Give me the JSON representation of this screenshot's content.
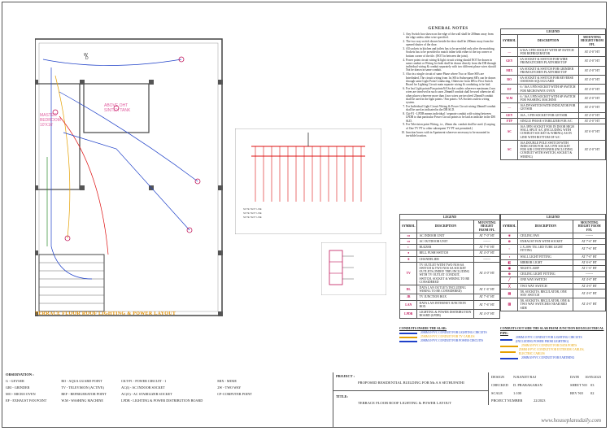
{
  "plan": {
    "labels": {
      "above_tank": "ABOVE OHT\nSINTEX TANK",
      "master_bedroom": "MASTER\nBEDROOM\n10'X16'",
      "dim_up": "UP"
    },
    "title": "TERRACE FLOOR ROOF LIGHTING & POWER LAYOUT"
  },
  "notes": {
    "heading": "GENERAL NOTES",
    "items": [
      "Any Switch box shown on the edge of the wall shall be 200mm away from the edge unless other wise specified.",
      "The two way switch shown beside the door shall be 200mm away from the opened shutter of the door.",
      "All sockets in kitchen and toilets has to be provided only after the matching. Sockets has to be provided to match inline with either to the top corner or bottom corner of the tile. (NOT in between the joint).",
      "Power point circuit wiring & light circuit wiring should NOT be drawn in same conduit or Wiring for both shall be drawn directly from the DB through individual wiring & conduit separately with two different phase wires should Not be drawn in same conduit.",
      "Also in a single circuit of same Phase where Two or More SB's are Interlinked, The circuit wiring from 1st SB to Subsequent SB's can be drawn through same Light Point Conducting. Otherwise from DB to First Switch Board for Lighting Circuit main separate wiring & conduiting to be laid.",
      "For last Light points/Fan points/6A Socket outlets wherever maximum 4 nos wires are involved in such cases 20mmØ conduit shall be used otherwise all other places wherever more than 4 nos wires are involved 25mmØ conduit shall be used in the light points / Fan points / 6A Sockets outlets wiring system.",
      "For Individual Light Circuit Wiring & Power Circuit wiring 20mmØ conduit shall be used as indicated in the DB SLD.",
      "Ckt-P1 - LPDB means individual / separate conduit with wiring between LPDB to that particular Power Circuit points to be laid as indicate in the DB SLD.",
      "For Television point Wiring, i.e., 20mm dia. conduit shall be used. (Looping of One TV PT to other subsequent TV PT not permitted.)",
      "Junction boxes with in Apartment wherever necessary to be mounted in invisible location."
    ]
  },
  "legend1": {
    "title": "LEGEND",
    "headers": [
      "SYMBOL",
      "DESCRIPTION",
      "MOUNTING HEIGHT FROM FFL"
    ],
    "rows": [
      {
        "symbol": "—",
        "desc": "6/16A 3 PIN SOCKET WITH SP SWITCH FOR REFRIGERATOR",
        "height": "AT 4'-0\" HT"
      },
      {
        "symbol": "GEY",
        "desc": "6A SOCKET & SWITCH FOR WIRE FROM KITCHEN PLATFORM TOP",
        "height": "AT 4'-0\" HT"
      },
      {
        "symbol": "MIX",
        "desc": "6A SOCKET & SWITCH FOR GRINDER FROM KITCHEN PLATFORM TOP",
        "height": "AT 4'-0\" HT"
      },
      {
        "symbol": "RO",
        "desc": "6A SOCKET & SWITCH FOR REVERSE OSMOSIS AQUAGUARD",
        "height": "AT 4'-0\" HT"
      },
      {
        "symbol": "EF",
        "desc": "6 / 16A 3 PIN SOCKET WITH SP SWITCH FOR MICROWAVE OVEN",
        "height": "AT 4'-0\" HT"
      },
      {
        "symbol": "W.M",
        "desc": "6 / 16A 3 PIN SOCKET WITH SP SWITCH FOR WASHING MACHINE",
        "height": "AT 4'-0\" HT"
      },
      {
        "symbol": "—",
        "desc": "16A DP SWITCH WITH INDICATOR FOR GEYSER",
        "height": "AT 4'-0\" HT"
      },
      {
        "symbol": "GEY",
        "desc": "16A , 3 PIN SOCKET FOR GEYSER",
        "height": "AT 4'-0\" HT"
      },
      {
        "symbol": "FTP",
        "desc": "SINGLE PHASE STABILIZER FOR A/C",
        "height": "AT 4'-0\" HT"
      },
      {
        "symbol": "AC",
        "desc": "16A 3PIN SOCKET FOR IN DOOR HIGH WALL SPLIT A/C (INCLUDING WITH CONDUIT SOCKET & WIRING) AS IN LINE WITH BOTTOM OF A/C",
        "height": "AT 6'-0\" HT"
      },
      {
        "symbol": "AC",
        "desc": "16A DOUBLE POLE SWITCH WITH INDICATOR FOR 16A 3 PIN SOCKET FOR AIR CONDITIONER (INCLUDING CONDUIT WITH SWITCH, SOCKET & WIRING)",
        "height": "AT 4'-0\" HT"
      }
    ]
  },
  "legend2": {
    "title": "LEGEND",
    "headers": [
      "SYMBOL",
      "DESCRIPTION",
      "MOUNTING HEIGHT FROM FFL"
    ],
    "rows": [
      {
        "symbol": "▭",
        "desc": "AC INDOOR UNIT",
        "height": "AT 7'-0\" HT"
      },
      {
        "symbol": "▭",
        "desc": "AC OUTDOOR UNIT",
        "height": "-------"
      },
      {
        "symbol": "◐",
        "desc": "BUZZER",
        "height": "AT 7'-6\" HT"
      },
      {
        "symbol": "●",
        "desc": "BELL PUSH SWITCH",
        "height": "AT 4'-0\" HT"
      },
      {
        "symbol": "✶",
        "desc": "CHANDELIER",
        "height": "-------"
      },
      {
        "symbol": "TV",
        "desc": "TV OUTLET WITH TWO NOS 6A SWITCH & TWO NOS 6A SOCKET OUTLETS (INDEP. TBF) INCLUDING WITH TV OUTLET CONDUIT, SWITCH, SOCKET & WIRING TO BE CONSIDERED",
        "height": "AT 4'-0\" HT"
      },
      {
        "symbol": "DL",
        "desc": "DATA LAN OUTLET (INCLUDING WIRING TO BE CONSIDERED)",
        "height": "AT 1'-6\" HT"
      },
      {
        "symbol": "JB",
        "desc": "TV JUNCTION BOX",
        "height": "AT 7'-6\" HT"
      },
      {
        "symbol": "LAN",
        "desc": "DATA LAN INTERNET JUNCTION BOX",
        "height": "AT 7'-6\" HT"
      },
      {
        "symbol": "LPDB",
        "desc": "LIGHTING & POWER DISTRIBUTION BOARD (LPDB)",
        "height": "AT 4'-0\" HT"
      }
    ]
  },
  "legend3": {
    "title": "LEGEND",
    "headers": [
      "SYMBOL",
      "DESCRIPTION",
      "MOUNTING HEIGHT FROM FFL"
    ],
    "rows": [
      {
        "symbol": "✳",
        "desc": "CEILING FAN",
        "height": "-------"
      },
      {
        "symbol": "⊗",
        "desc": "EXHAUST FAN WITH SOCKET",
        "height": "AT 7'-6\" HT"
      },
      {
        "symbol": "○",
        "desc": "2 X 20W T5L LED TUBE LIGHT FITTING",
        "height": "AT 7'-6\" HT"
      },
      {
        "symbol": "◑",
        "desc": "WALL LIGHT FITTING",
        "height": "AT 7'-0\" HT"
      },
      {
        "symbol": "◧",
        "desc": "MIRROR LIGHT",
        "height": "AT 6'-6\" HT"
      },
      {
        "symbol": "◉",
        "desc": "NIGHT LAMP",
        "height": "AT 1'-6\" HT"
      },
      {
        "symbol": "⊕",
        "desc": "CEILING LIGHT FITTING",
        "height": "-------"
      },
      {
        "symbol": "╱",
        "desc": "ONE WAY SWITCH",
        "height": "AT 4'-0\" HT"
      },
      {
        "symbol": "╳",
        "desc": "TWO WAY SWITCH",
        "height": "AT 4'-0\" HT"
      },
      {
        "symbol": "▤",
        "desc": "5B, SOCKETS, REGULATOR, ONE WAY SWITCH",
        "height": "AT 4'-0\" HT"
      },
      {
        "symbol": "▥",
        "desc": "5B, SOCKETS, REGULATOR, ONE & TWO WAY SWITCHES NEAR BED SIDE",
        "height": "AT 4'-0\" HT"
      }
    ]
  },
  "conduits_left": {
    "title": "CONDUITS INSIDE THE SLAB:",
    "items": [
      {
        "color": "#1e40c8",
        "label": "20MM Ø PVC CONDUIT FOR LIGHTING CIRCUITS"
      },
      {
        "color": "#e5a000",
        "label": "25MM Ø PVC CONDUIT FOR TV CABLES"
      },
      {
        "color": "#1e40c8",
        "label": "20MM Ø PVC CONDUIT FOR POWER CIRCUITS"
      }
    ]
  },
  "conduits_right": {
    "title": "CONDUITS OUT SIDE THE SLAB FROM JUNCTION BOX/ELECTRICAL PIPE:",
    "items": [
      {
        "color": "#1e40c8",
        "label": "20MM Ø PVC CONDUIT FOR LIGHTING CIRCUITS (INCLUDING POWER FROM LIGHTING)"
      },
      {
        "color": "#e5a000",
        "label": "25MM Ø PVC CONDUIT FOR DATA PORTS"
      },
      {
        "color": "#e5a000",
        "label": "25MM Ø PVC CONDUIT FOR EXTERIOR CABLES, ELECTRIC CABLES"
      },
      {
        "color": "#1e40c8",
        "label": "20MM Ø PVC CONDUIT FOR EARTHING"
      }
    ]
  },
  "observation": {
    "title": "OBSERVATION :",
    "columns": [
      [
        "G - GEYSER",
        "GRI - GRINDER",
        "MO - MICRO OVEN",
        "EF - EXHAUST FAN POINT"
      ],
      [
        "RO - AQUA GUARD POINT",
        "TV - TELEVISION (ACTIVE)",
        "REF - REFRIGERATOR POINT",
        "W.M - WASHING MACHINE"
      ],
      [
        "CKT-P1 - POWER CIRCUIT - 1",
        "AC(I) - AC INDOOR SOCKET",
        "AC(O) - AC STABILIZER SOCKET",
        "LPDB - LIGHTING & POWER DISTRIBUTION BOARD"
      ],
      [
        "MIX - MIXIE",
        "2W - TWO WAY",
        "CP-COMPUTER POINT",
        ""
      ]
    ]
  },
  "title_block": {
    "project_label": "PROJECT :",
    "project": "PROPOSED RESIDENTIAL BUILDING FOR Mr.A S SETHUPATHI",
    "title_label": "TITLE:",
    "title": "TERRACE FLOOR ROOF LIGHTING & POWER LAYOUT",
    "design_label": "DESIGN",
    "design": "N.RANJIT RAJ",
    "checked_label": "CHECKED",
    "checked": "D. PRABAKARAN",
    "scale_label": "SCALE",
    "scale": "1:100",
    "project_no_label": "PROJECT NUMBER",
    "project_no": "22/2023",
    "date_label": "DATE",
    "date": "10/05/2023",
    "sheet_label": "SHEET NO",
    "sheet": "03",
    "rev_label": "REV NO",
    "rev": "02"
  },
  "watermark": "www.houseplansdaily.com"
}
